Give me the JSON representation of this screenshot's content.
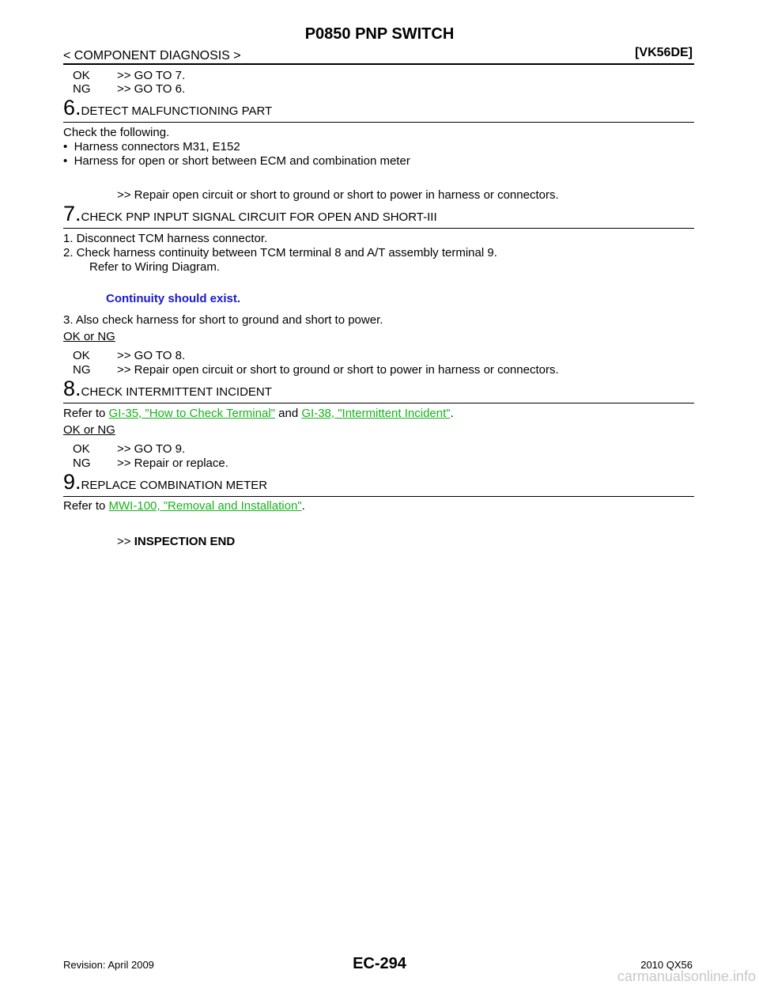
{
  "header": {
    "title": "P0850 PNP SWITCH",
    "section": "< COMPONENT DIAGNOSIS >",
    "engine": "[VK56DE]"
  },
  "top_results": [
    {
      "key": "OK",
      "text": ">> GO TO 7."
    },
    {
      "key": "NG",
      "text": ">> GO TO 6."
    }
  ],
  "step6": {
    "num": "6.",
    "title": "DETECT MALFUNCTIONING PART",
    "intro": "Check the following.",
    "bullets": [
      "Harness connectors M31, E152",
      "Harness for open or short between ECM and combination meter"
    ],
    "action": ">> Repair open circuit or short to ground or short to power in harness or connectors."
  },
  "step7": {
    "num": "7.",
    "title": "CHECK PNP INPUT SIGNAL CIRCUIT FOR OPEN AND SHORT-III",
    "items": [
      "1.  Disconnect TCM harness connector.",
      "2.  Check harness continuity between TCM terminal 8 and A/T assembly terminal 9."
    ],
    "sub": "Refer to Wiring Diagram.",
    "spec": "Continuity should exist.",
    "item3": "3.  Also check harness for short to ground and short to power.",
    "oknt": "OK or NG",
    "results": [
      {
        "key": "OK",
        "text": ">> GO TO 8."
      },
      {
        "key": "NG",
        "text": ">> Repair open circuit or short to ground or short to power in harness or connectors."
      }
    ]
  },
  "step8": {
    "num": "8.",
    "title": "CHECK INTERMITTENT INCIDENT",
    "refer": "Refer to ",
    "link1": "GI-35, \"How to Check Terminal\"",
    "and": " and ",
    "link2": "GI-38, \"Intermittent Incident\"",
    "end": ".",
    "oknt": "OK or NG",
    "results": [
      {
        "key": "OK",
        "text": ">> GO TO 9."
      },
      {
        "key": "NG",
        "text": ">> Repair or replace."
      }
    ]
  },
  "step9": {
    "num": "9.",
    "title": "REPLACE COMBINATION METER",
    "refer": "Refer to ",
    "link": "MWI-100, \"Removal and Installation\"",
    "end": ".",
    "action_prefix": ">> ",
    "action": "INSPECTION END"
  },
  "footer": {
    "revision": "Revision: April 2009",
    "page": "EC-294",
    "model": "2010 QX56",
    "watermark": "carmanualsonline.info"
  }
}
